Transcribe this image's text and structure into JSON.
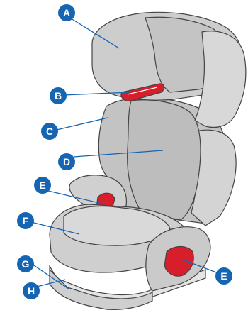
{
  "colors": {
    "accent": "#1565b3",
    "fabric_light": "#d6d6d6",
    "fabric_mid": "#bdbdbd",
    "fabric_dark": "#a8a8a8",
    "red": "#d81e2a",
    "outline": "#444444"
  },
  "labels": [
    {
      "id": "a",
      "letter": "A"
    },
    {
      "id": "b",
      "letter": "B"
    },
    {
      "id": "c",
      "letter": "C"
    },
    {
      "id": "d",
      "letter": "D"
    },
    {
      "id": "e1",
      "letter": "E"
    },
    {
      "id": "f",
      "letter": "F"
    },
    {
      "id": "g",
      "letter": "G"
    },
    {
      "id": "e2",
      "letter": "E"
    },
    {
      "id": "h",
      "letter": "H"
    }
  ]
}
